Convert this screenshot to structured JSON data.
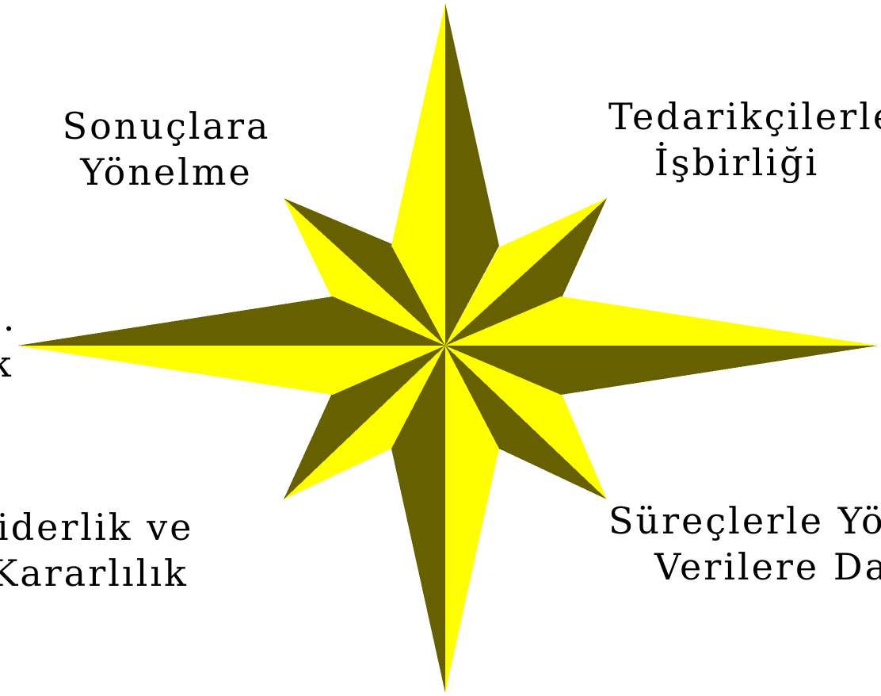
{
  "colors": {
    "light": "#FFFF00",
    "dark": "#666000",
    "background": "#FFFFFF",
    "text": "#000000"
  },
  "labels": {
    "top_left": {
      "line1": "Sonuçlara",
      "line2": "Yönelme"
    },
    "top_right": {
      "line1": "Tedarikçilerle",
      "line2": "İşbirliği"
    },
    "left": {
      "line1": "l.",
      "line2": "k"
    },
    "bottom_left": {
      "line1": "iderlik ve",
      "line2": "Kararlılık"
    },
    "bottom_right": {
      "line1": "Süreçlerle Yö",
      "line2": "Verilere Day"
    }
  }
}
